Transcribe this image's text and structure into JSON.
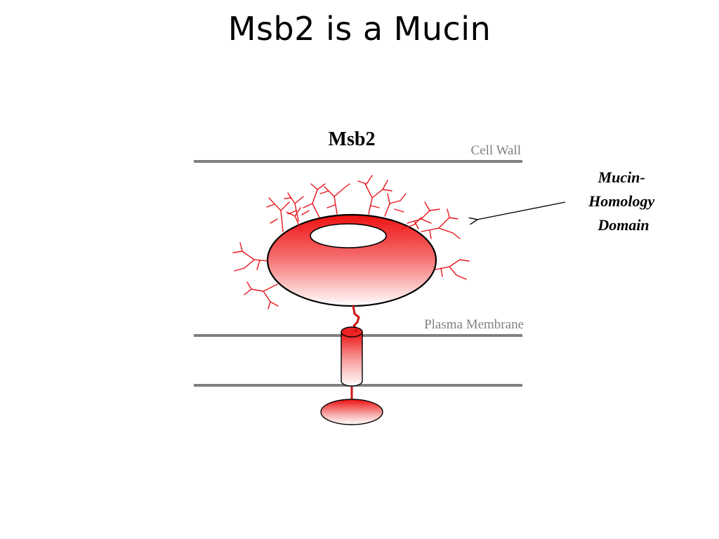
{
  "slide": {
    "title": "Msb2 is a Mucin"
  },
  "diagram": {
    "protein_label": "Msb2",
    "cell_wall_label": "Cell Wall",
    "plasma_membrane_label": "Plasma Membrane",
    "domain_label_lines": [
      "Mucin-",
      "Homology",
      "Domain"
    ],
    "colors": {
      "glycan": "#e8141c",
      "protein_fill": "#ee1111",
      "membrane_line": "#808080",
      "label_gray": "#808080",
      "label_black": "#000000"
    }
  }
}
